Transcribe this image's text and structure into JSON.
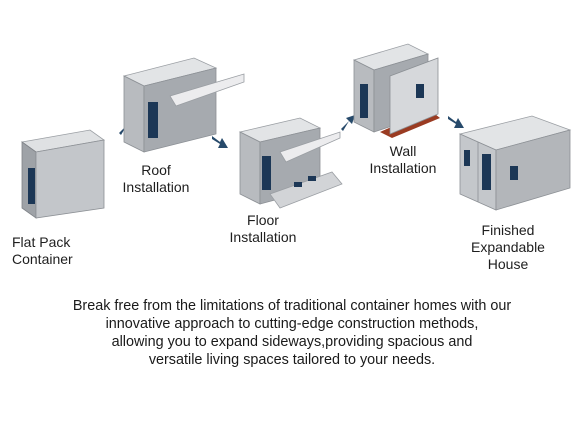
{
  "steps": [
    {
      "id": "flat-pack",
      "label": "Flat Pack\nContainer"
    },
    {
      "id": "roof",
      "label": "Roof\nInstallation"
    },
    {
      "id": "floor",
      "label": "Floor\nInstallation"
    },
    {
      "id": "wall",
      "label": "Wall\nInstallation"
    },
    {
      "id": "finished",
      "label": "Finished\nExpandable\nHouse"
    }
  ],
  "description": {
    "lines": [
      "Break free from the limitations of traditional container homes with our",
      "innovative approach to  cutting-edge construction methods,",
      "allowing you to expand sideways,providing spacious and",
      "versatile living spaces tailored to your needs."
    ]
  },
  "colors": {
    "arrow": "#274a6b",
    "wall_light": "#b9bcc0",
    "wall_dark": "#8e9297",
    "roof": "#d9dbde",
    "window": "#1c3756",
    "floor_wood": "#9a3b22"
  }
}
